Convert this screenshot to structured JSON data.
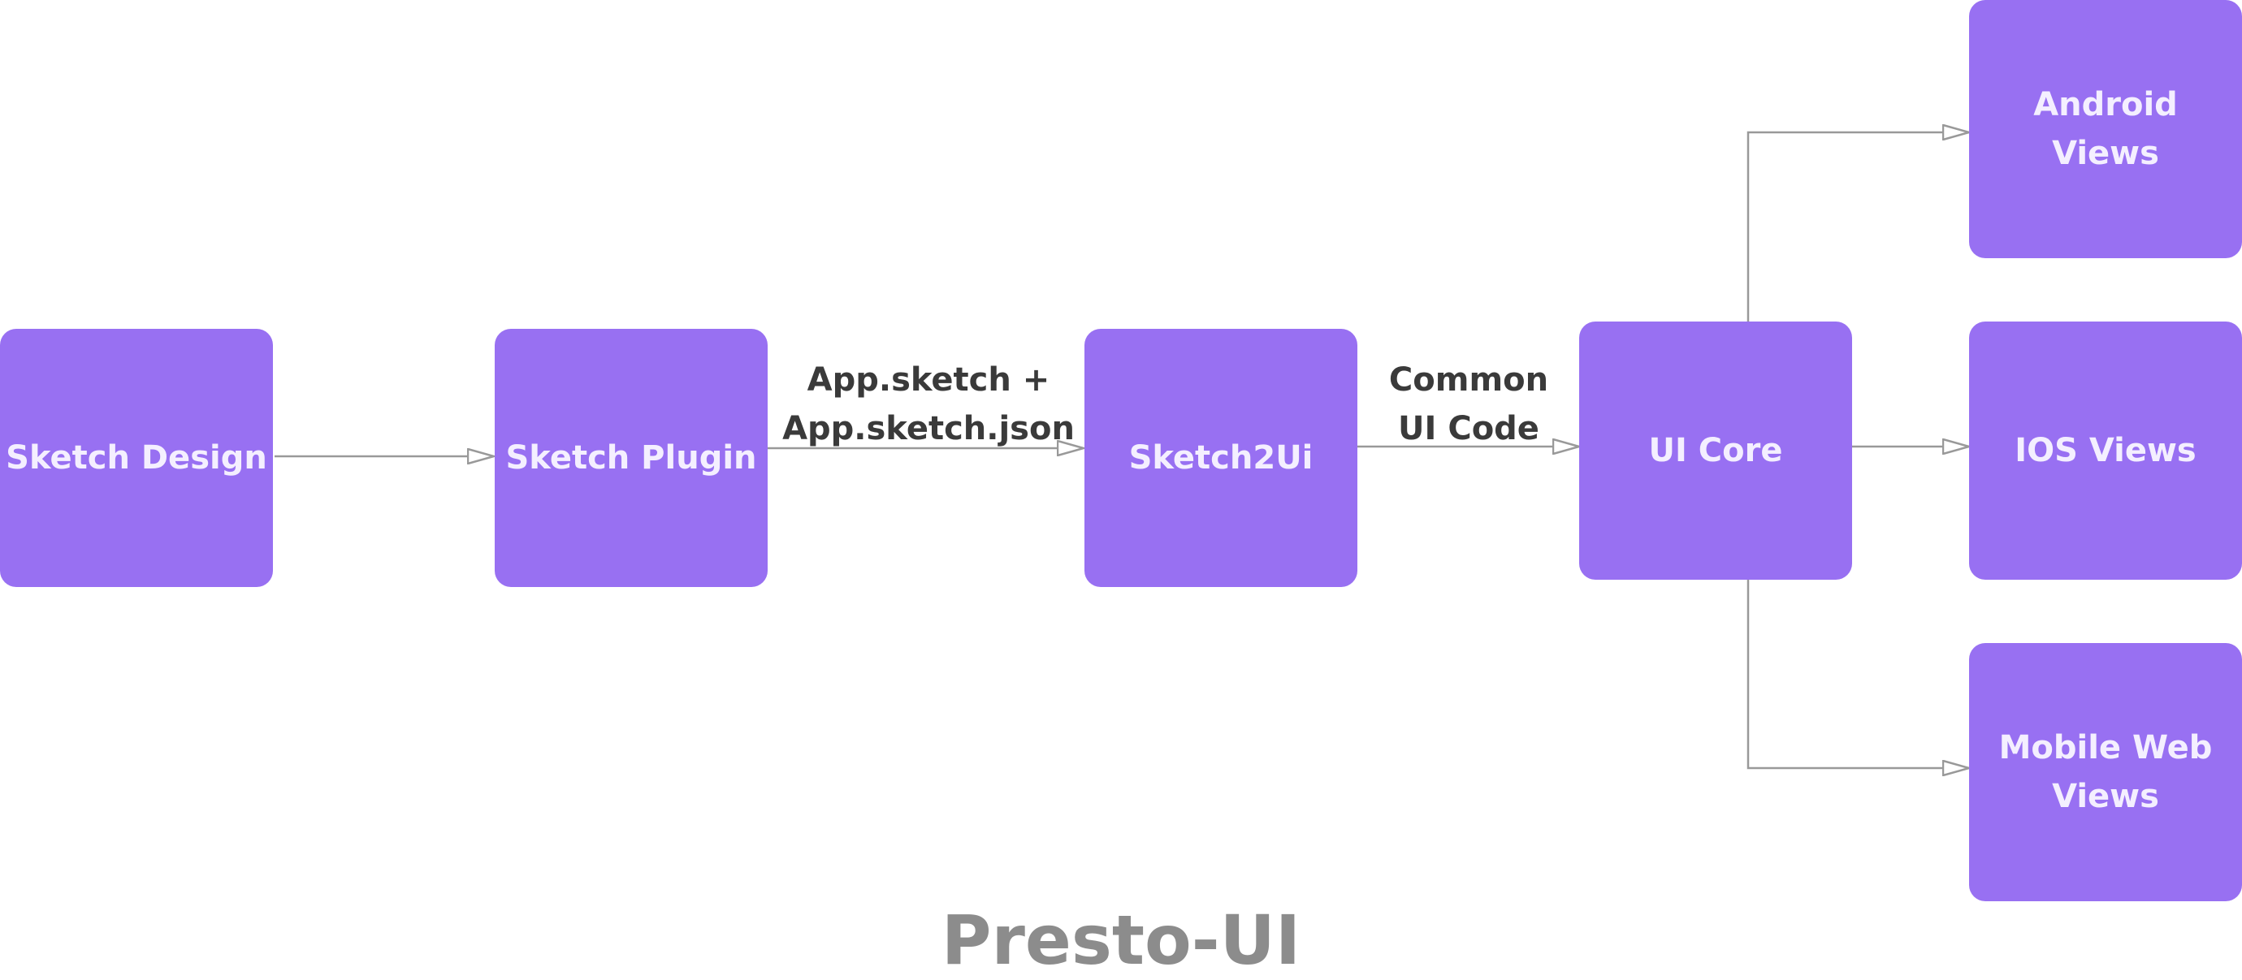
{
  "colors": {
    "node_fill": "#9870f2",
    "node_text": "#f4efff",
    "edge": "#999999",
    "label": "#3a3a3a",
    "title": "#8c8c8c"
  },
  "nodes": {
    "sketch_design": "Sketch Design",
    "sketch_plugin": "Sketch Plugin",
    "sketch2ui": "Sketch2Ui",
    "ui_core": "UI Core",
    "android_views": "Android\nViews",
    "ios_views": "IOS Views",
    "mobile_web_views": "Mobile Web\nViews"
  },
  "edges": {
    "plugin_to_sketch2ui": "App.sketch +\nApp.sketch.json",
    "sketch2ui_to_core": "Common\nUI Code"
  },
  "title": "Presto-UI"
}
